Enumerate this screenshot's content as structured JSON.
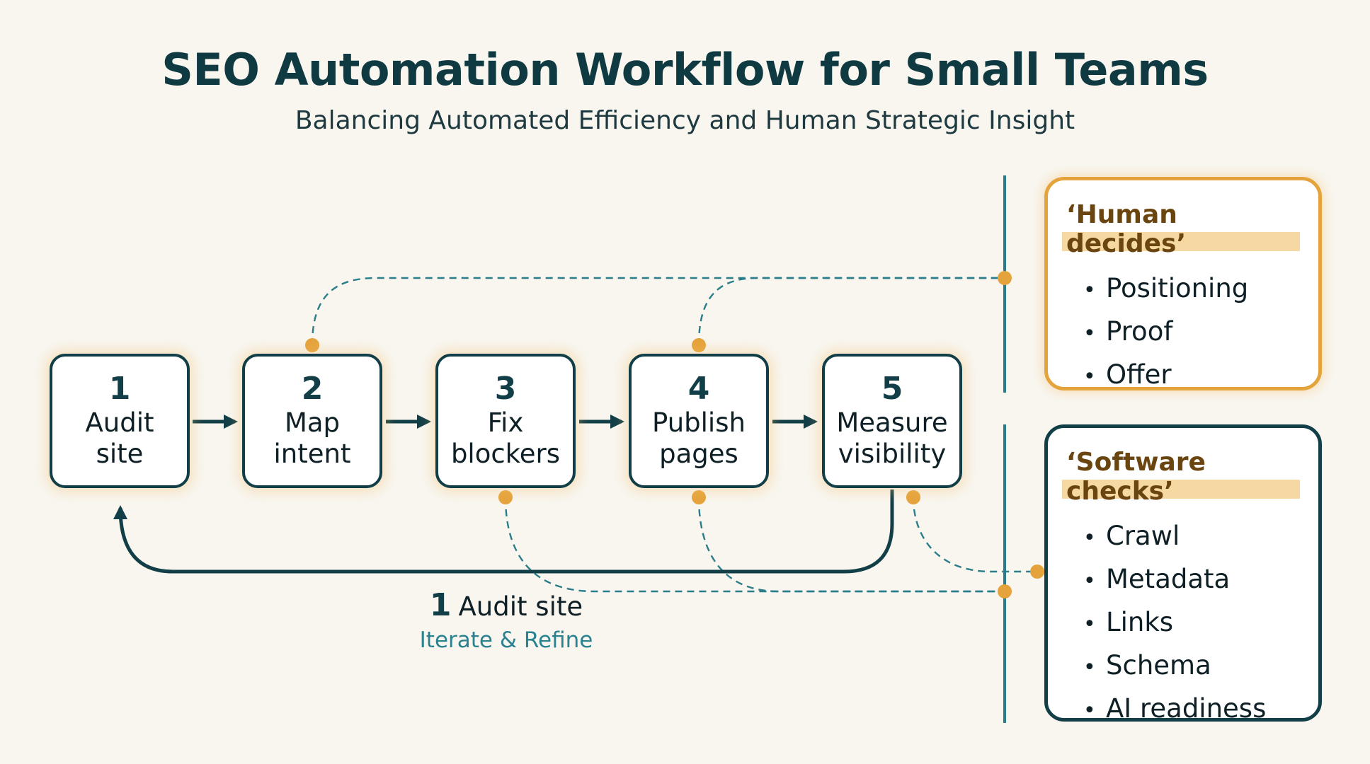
{
  "title": "SEO Automation Workflow for Small Teams",
  "subtitle": "Balancing Automated Efficiency and Human Strategic Insight",
  "steps": [
    {
      "number": "1",
      "label": "Audit\nsite"
    },
    {
      "number": "2",
      "label": "Map\nintent"
    },
    {
      "number": "3",
      "label": "Fix\nblockers"
    },
    {
      "number": "4",
      "label": "Publish\npages"
    },
    {
      "number": "5",
      "label": "Measure\nvisibility"
    }
  ],
  "loop": {
    "number": "1",
    "label": "Audit site",
    "sublabel": "Iterate & Refine"
  },
  "human_panel": {
    "title": "‘Human decides’",
    "items": [
      "Positioning",
      "Proof",
      "Offer"
    ]
  },
  "software_panel": {
    "title": "‘Software checks’",
    "items": [
      "Crawl",
      "Metadata",
      "Links",
      "Schema",
      "AI readiness"
    ]
  },
  "colors": {
    "primary": "#123f47",
    "accent": "#e5a33b",
    "teal": "#2a8290",
    "background": "#f8f6ef"
  }
}
